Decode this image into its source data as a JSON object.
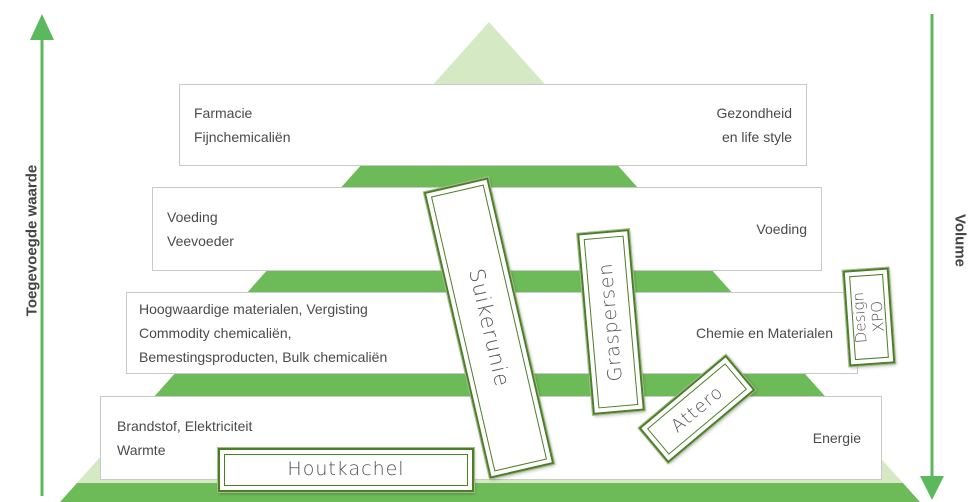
{
  "colors": {
    "pyramid_light": "#d4e9c4",
    "pyramid_mid": "#bfdfa8",
    "band_dark": "#6dbb58",
    "arrow_green": "#5cb85c",
    "stamp_border": "#4e7d2a"
  },
  "axes": {
    "left_label": "Toegevoegde waarde",
    "right_label": "Volume"
  },
  "tiers": [
    {
      "left": [
        "Farmacie",
        "Fijnchemicaliën"
      ],
      "right": [
        "Gezondheid",
        "en life style"
      ]
    },
    {
      "left": [
        "Voeding",
        "Veevoeder"
      ],
      "right": [
        "Voeding"
      ]
    },
    {
      "left": [
        "Hoogwaardige materialen, Vergisting",
        "Commodity chemicaliën,",
        "Bemestingsproducten, Bulk chemicaliën"
      ],
      "right": [
        "Chemie en Materialen"
      ]
    },
    {
      "left": [
        "Brandstof, Elektriciteit",
        "Warmte"
      ],
      "right": [
        "Energie"
      ]
    }
  ],
  "stamps": {
    "suikerunie": "Suikerunie",
    "graspersen": "Graspersen",
    "attero": "Attero",
    "design_line1": "Design",
    "design_line2": "XPO",
    "houtkachel": "Houtkachel"
  }
}
